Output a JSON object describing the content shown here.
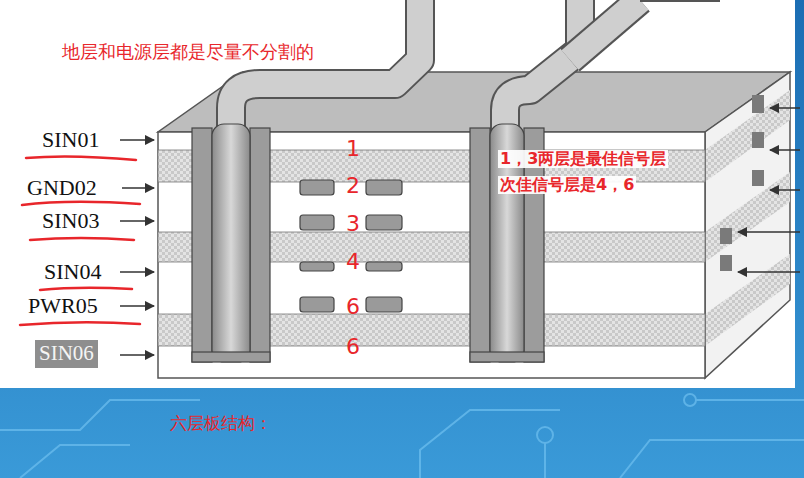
{
  "diagram": {
    "title": "六层板结构：",
    "nodes": [
      {
        "text": [
          "SIN06"
        ]
      }
    ],
    "labels": [
      "地层和电源层都是尽量不分割的",
      "SIN01",
      "GND02",
      "SIN03",
      "SIN04",
      "PWR05",
      "1",
      "2",
      "3",
      "4",
      "6",
      "6",
      "1，3两层是最佳信号层",
      "次佳信号层是4，6"
    ]
  }
}
